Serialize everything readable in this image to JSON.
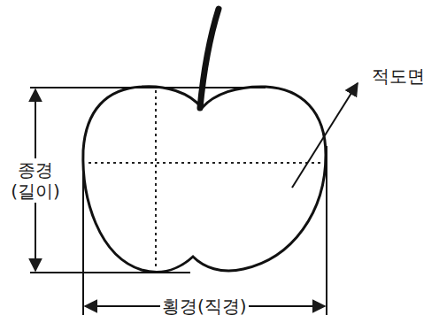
{
  "diagram": {
    "labels": [
      "적도면",
      "종경 (길이)",
      "횡경(직경)"
    ]
  }
}
